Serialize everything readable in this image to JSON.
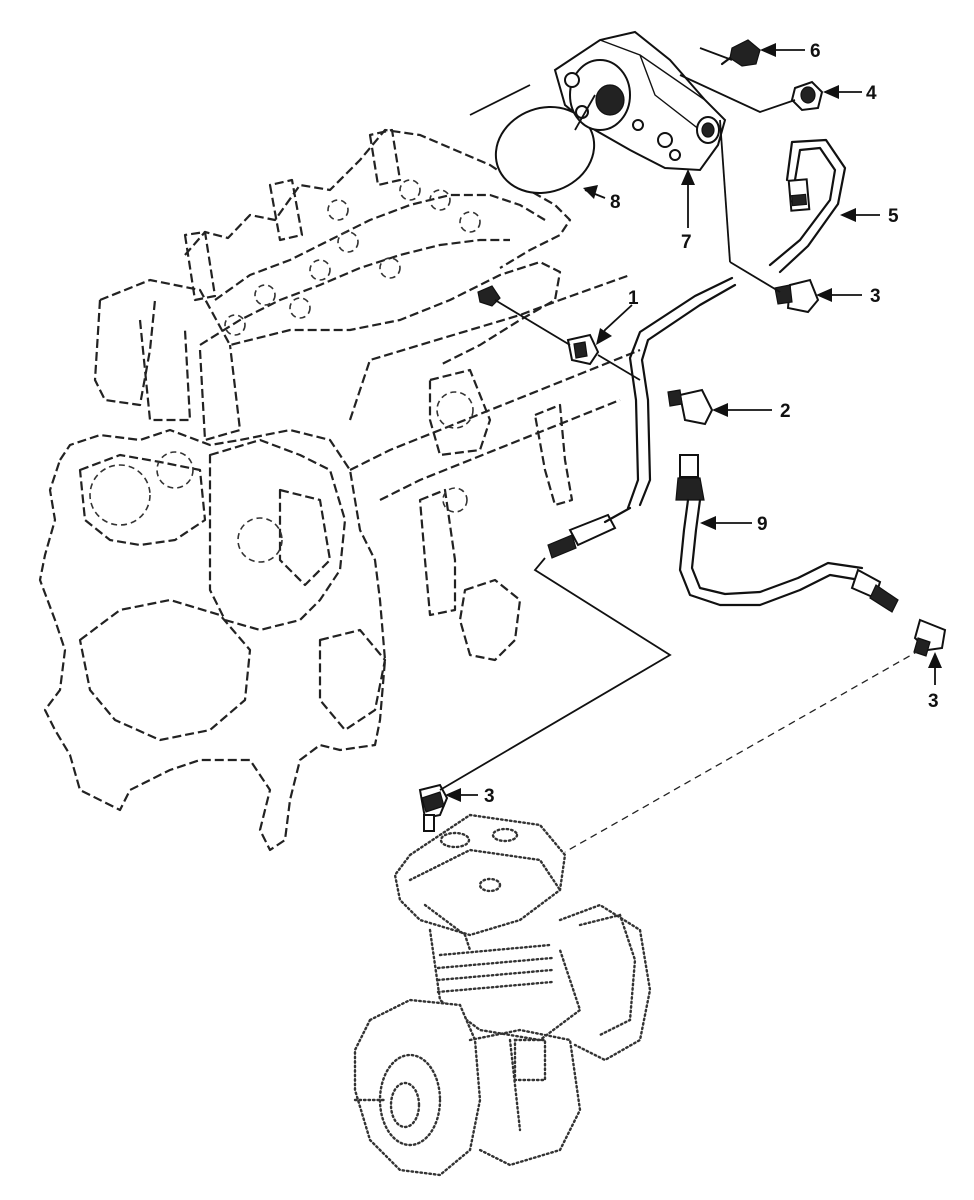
{
  "callouts": [
    {
      "id": "c1",
      "label": "1"
    },
    {
      "id": "c2",
      "label": "2"
    },
    {
      "id": "c3a",
      "label": "3"
    },
    {
      "id": "c3b",
      "label": "3"
    },
    {
      "id": "c3c",
      "label": "3"
    },
    {
      "id": "c4",
      "label": "4"
    },
    {
      "id": "c5",
      "label": "5"
    },
    {
      "id": "c6",
      "label": "6"
    },
    {
      "id": "c7",
      "label": "7"
    },
    {
      "id": "c8",
      "label": "8"
    },
    {
      "id": "c9",
      "label": "9"
    }
  ],
  "colors": {
    "ink": "#111111",
    "background": "#ffffff"
  }
}
